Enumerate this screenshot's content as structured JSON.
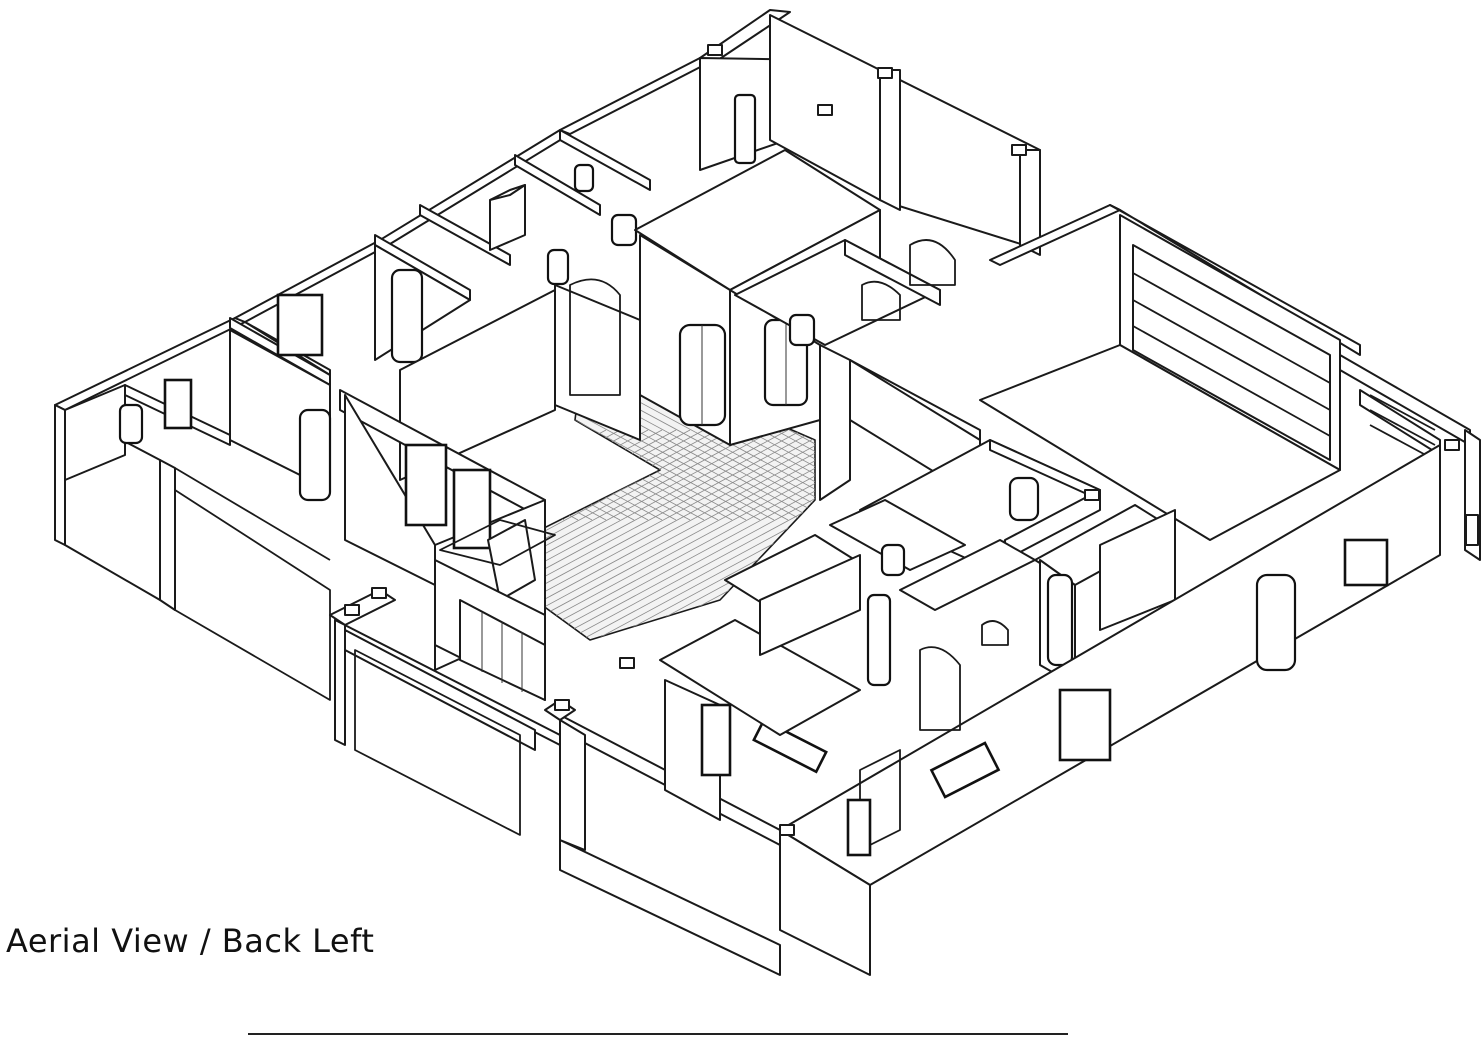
{
  "caption": "Aerial View / Back Left",
  "colors": {
    "ink": "#1a1a1a",
    "paper": "#ffffff",
    "floor_tile": "#8a8a8a"
  },
  "view": {
    "projection": "isometric",
    "subject": "house floor plan"
  }
}
